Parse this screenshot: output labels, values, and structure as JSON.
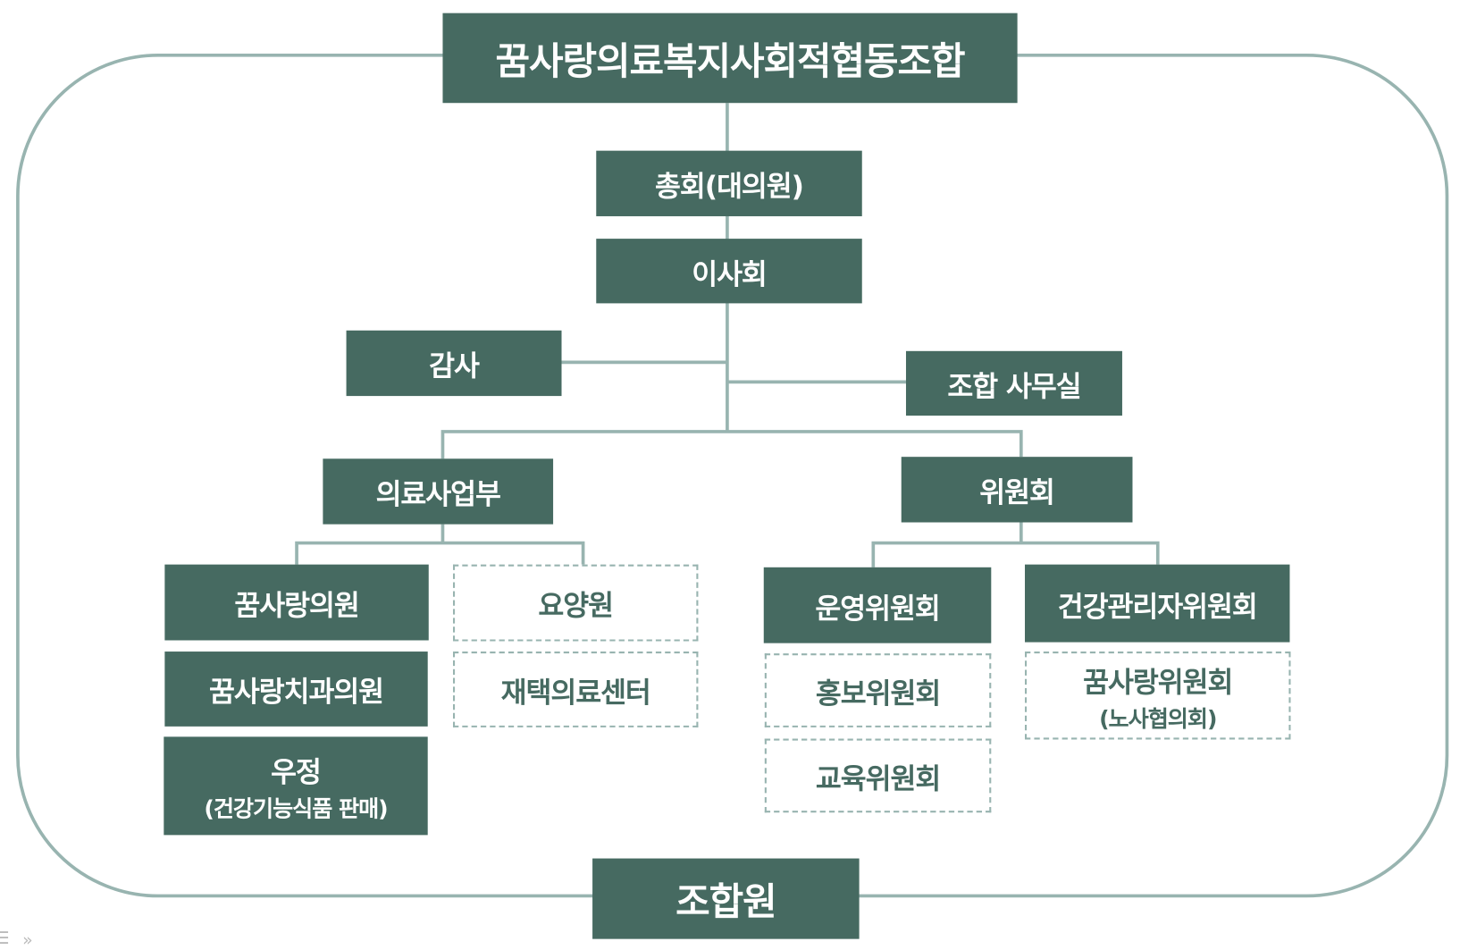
{
  "colors": {
    "box": "#466a61",
    "line": "#98b4b0"
  },
  "title": "꿈사랑의료복지사회적협동조합",
  "general_assembly": "총회(대의원)",
  "board": "이사회",
  "audit": "감사",
  "office": "조합 사무실",
  "medical_division": {
    "label": "의료사업부",
    "units": [
      {
        "label": "꿈사랑의원",
        "planned": false
      },
      {
        "label": "꿈사랑치과의원",
        "planned": false
      },
      {
        "label": "우정",
        "sub": "(건강기능식품 판매)",
        "planned": false
      },
      {
        "label": "요양원",
        "planned": true
      },
      {
        "label": "재택의료센터",
        "planned": true
      }
    ]
  },
  "committees": {
    "label": "위원회",
    "units": [
      {
        "label": "운영위원회",
        "planned": false
      },
      {
        "label": "홍보위원회",
        "planned": true
      },
      {
        "label": "교육위원회",
        "planned": true
      },
      {
        "label": "건강관리자위원회",
        "planned": false
      },
      {
        "label": "꿈사랑위원회",
        "sub": "(노사협의회)",
        "planned": true
      }
    ]
  },
  "members": "조합원"
}
